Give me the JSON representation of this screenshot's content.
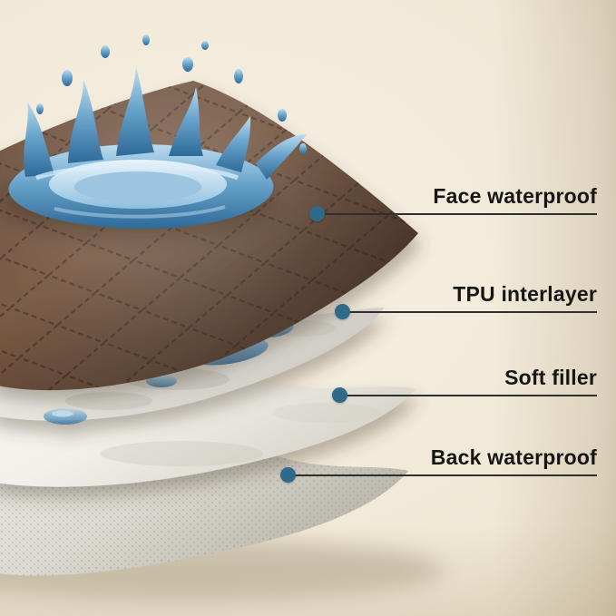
{
  "layers": [
    {
      "id": "face-waterproof",
      "label": "Face waterproof"
    },
    {
      "id": "tpu-interlayer",
      "label": "TPU interlayer"
    },
    {
      "id": "soft-filler",
      "label": "Soft filler"
    },
    {
      "id": "back-waterproof",
      "label": "Back waterproof"
    }
  ],
  "colors": {
    "background_light": "#f7f1e5",
    "background_dark": "#d8cab0",
    "callout_dot": "#2f6b88",
    "callout_line": "#2f2f2f",
    "label_text": "#161616",
    "layer_face_brown": "#6a4d3c",
    "layer_tpu_white": "#e6e4df",
    "layer_filler_white": "#f1efe9",
    "layer_back_gray": "#dcd9d1",
    "water_blue": "#6ba5cc"
  }
}
